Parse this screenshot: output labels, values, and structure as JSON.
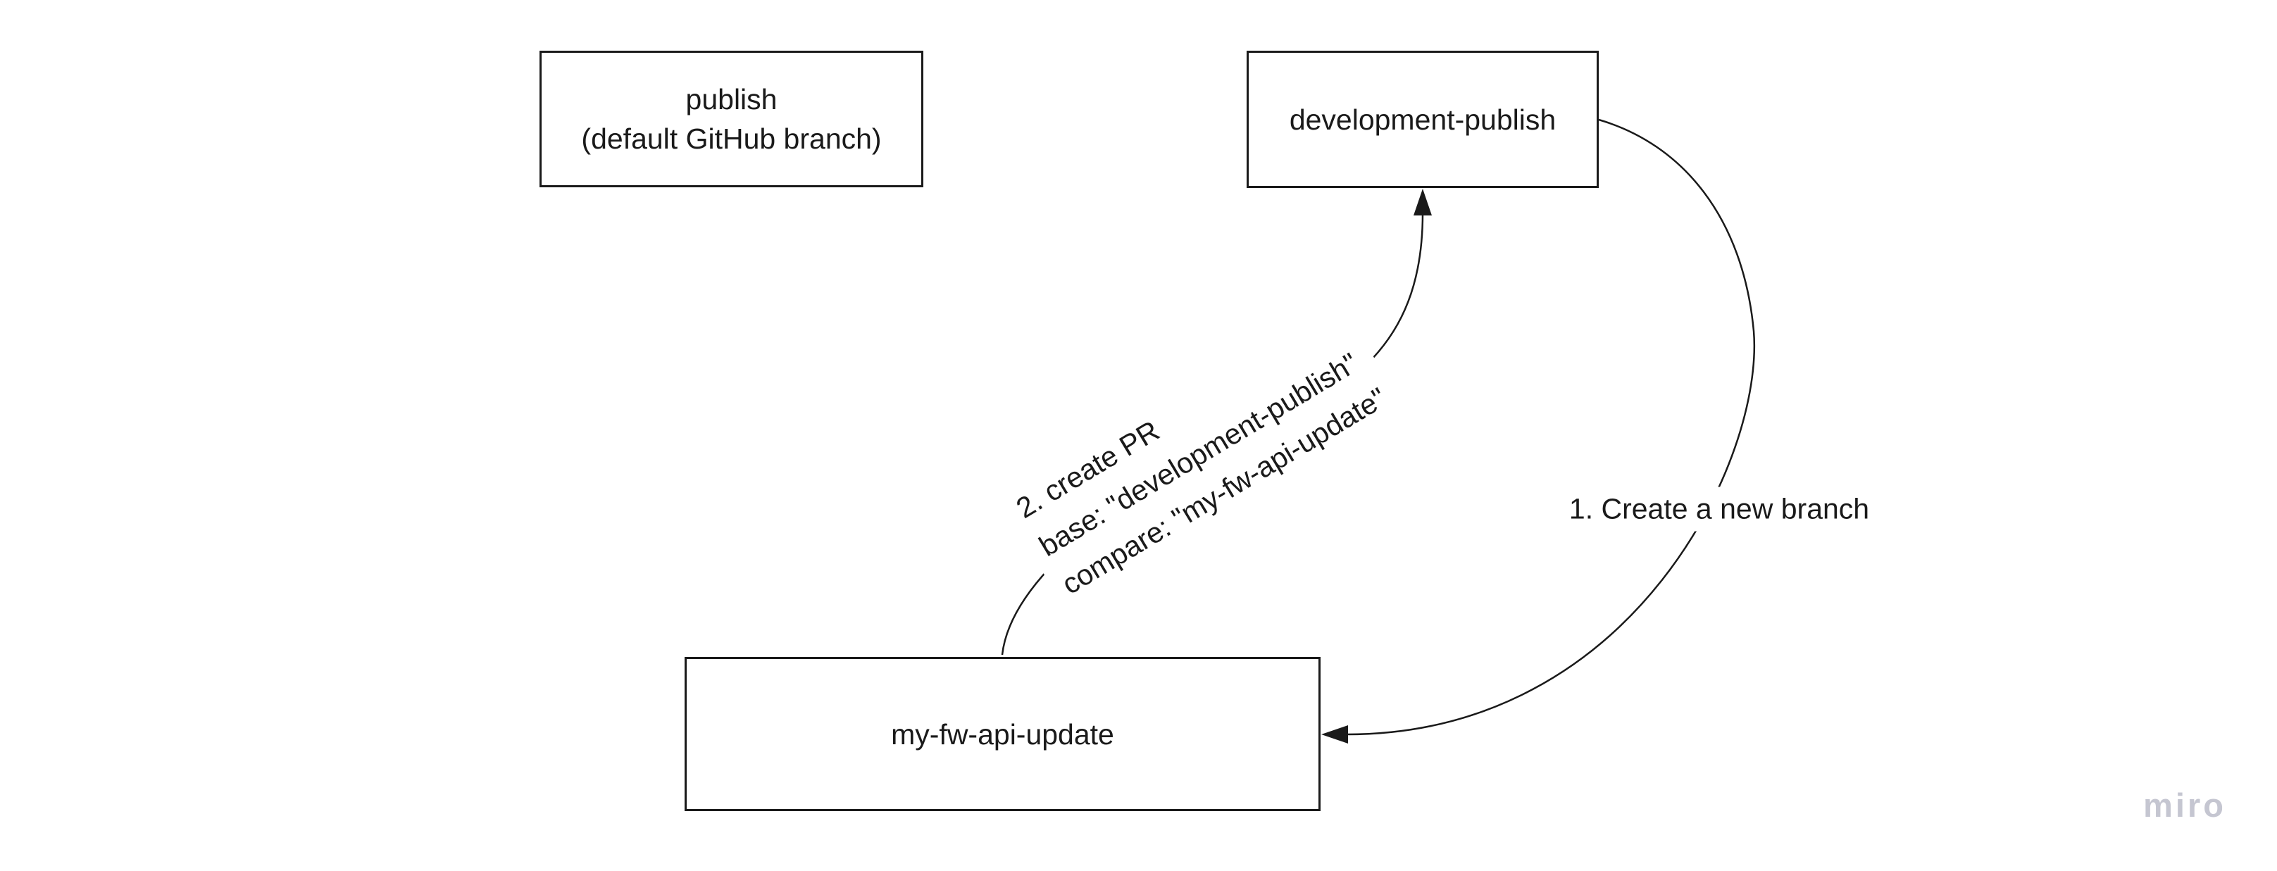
{
  "canvas": {
    "background": "#ffffff",
    "stroke_color": "#1a1a1a"
  },
  "nodes": {
    "publish": {
      "lines": [
        "publish",
        "(default GitHub branch)"
      ]
    },
    "development_publish": {
      "label": "development-publish"
    },
    "my_fw_api_update": {
      "label": "my-fw-api-update"
    }
  },
  "connectors": {
    "create_branch": {
      "label": "1. Create a new branch",
      "from": "development-publish",
      "to": "my-fw-api-update",
      "arrow_direction": "left-into-my-fw-api-update"
    },
    "create_pr": {
      "lines": [
        "2. create PR",
        "base: \"development-publish\"",
        "compare: \"my-fw-api-update\""
      ],
      "from": "my-fw-api-update",
      "to": "development-publish",
      "arrow_direction": "up-into-development-publish"
    }
  },
  "watermark": {
    "text": "miro",
    "color": "#c5c6d1"
  }
}
